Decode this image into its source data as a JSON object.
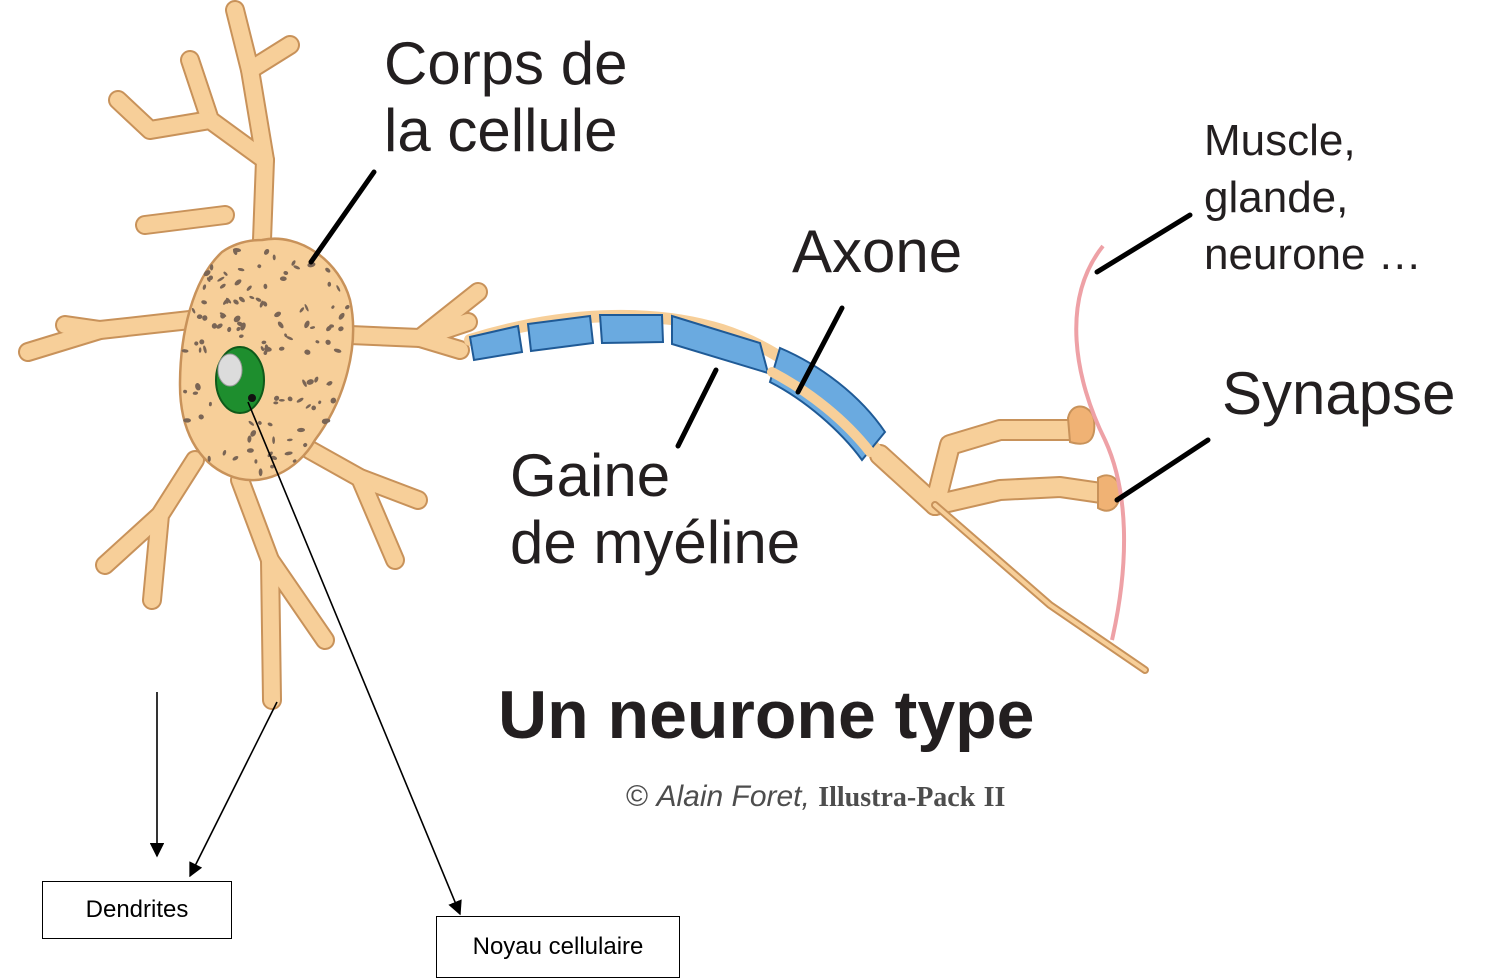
{
  "labels": {
    "cell_body_line1": "Corps de",
    "cell_body_line2": "la cellule",
    "axon": "Axone",
    "myelin_line1": "Gaine",
    "myelin_line2": "de myéline",
    "target_line1": "Muscle,",
    "target_line2": "glande,",
    "target_line3": "neurone …",
    "synapse": "Synapse"
  },
  "title": "Un neurone type",
  "credit": {
    "symbol": "©",
    "author": "Alain Foret,",
    "pack": "Illustra-Pack",
    "pack_numeral": "II"
  },
  "annotations": {
    "dendrites": "Dendrites",
    "nucleus": "Noyau cellulaire"
  },
  "colors": {
    "neuron_fill": "#f7cf99",
    "neuron_stroke": "#c8925a",
    "myelin_fill": "#6aaae0",
    "myelin_stroke": "#1f5a96",
    "nucleus": "#1e8e2e",
    "muscle_line": "#eea1a6",
    "granules": "#7a6555",
    "text": "#231f20"
  }
}
